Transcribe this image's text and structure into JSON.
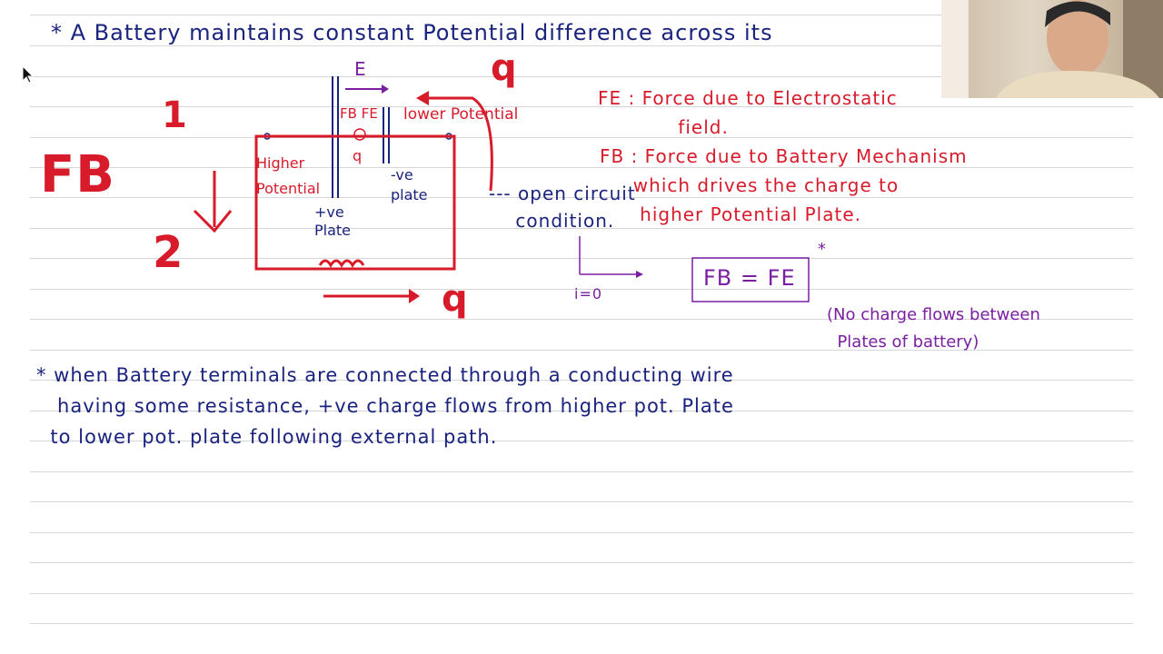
{
  "line1": "* A Battery maintains constant Potential difference across its",
  "efield": "E",
  "charge_q": "q",
  "fb_fe_labels": "FB FE",
  "lower_potential": "lower Potential",
  "higher_potential": "Higher\nPotential",
  "q_small": "q",
  "plus_plate": "+ve\nPlate",
  "minus_plate": "-ve\nplate",
  "fb_big": "FB",
  "num1": "1",
  "num2": "2",
  "q_bottom": "q",
  "open_circuit": "--- open circuit\n    condition.",
  "i_zero": "i=0",
  "fe_def": "FE : Force due to Electrostatic\n            field.",
  "fb_def": "FB : Force due to Battery Mechanism\n     which drives the charge to\n      higher Potential Plate.",
  "fb_eq": "FB = FE",
  "star": "*",
  "no_charge": "(No charge flows between\n  Plates of battery)",
  "para2": "* when Battery terminals are connected through a conducting wire\n   having some resistance, +ve charge flows from higher pot. Plate\n  to lower pot. plate following external path.",
  "colors": {
    "blue": "#1a237e",
    "red": "#d81b2a",
    "purple": "#7a1fa2"
  }
}
